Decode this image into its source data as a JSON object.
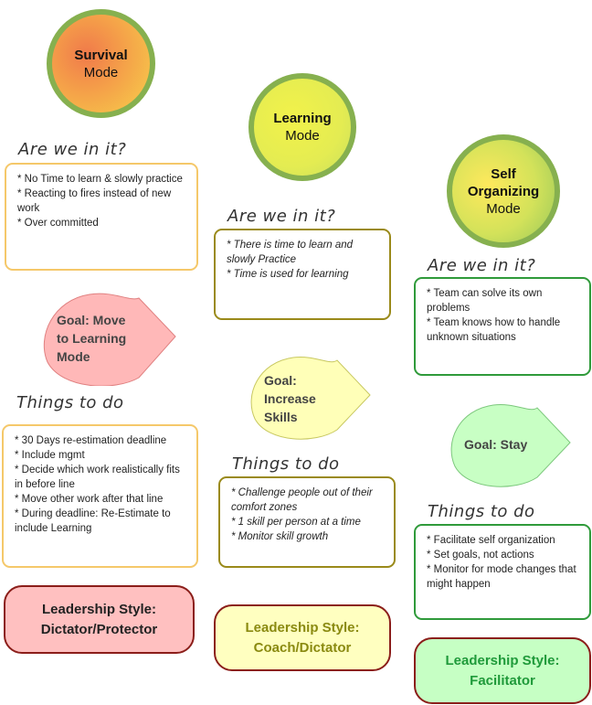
{
  "modes": {
    "survival": {
      "title": "Survival",
      "sub": "Mode"
    },
    "learning": {
      "title": "Learning",
      "sub": "Mode"
    },
    "self_organizing": {
      "title_line1": "Self",
      "title_line2": "Organizing",
      "sub": "Mode"
    }
  },
  "headings": {
    "are_we_in_it": "Are we in it?",
    "things_to_do": "Things to do"
  },
  "survival": {
    "in_it": [
      "* No Time to learn & slowly practice",
      "* Reacting to fires instead of new work",
      "* Over committed"
    ],
    "goal": [
      "Goal: Move",
      "to Learning",
      "Mode"
    ],
    "todo": [
      "* 30 Days re-estimation deadline",
      "* Include mgmt",
      "* Decide which work realistically fits in before line",
      "* Move other work after that line",
      "* During deadline: Re-Estimate to include Learning"
    ],
    "leadership": [
      "Leadership Style:",
      "Dictator/Protector"
    ]
  },
  "learning": {
    "in_it": [
      "* There is time to learn and slowly Practice",
      "* Time is used for learning"
    ],
    "goal": [
      "Goal:",
      "Increase",
      "Skills"
    ],
    "todo": [
      "* Challenge people out of their comfort zones",
      "* 1 skill per person at a time",
      "* Monitor skill growth"
    ],
    "leadership": [
      "Leadership Style:",
      "Coach/Dictator"
    ]
  },
  "self_organizing": {
    "in_it": [
      "* Team can solve its own problems",
      "* Team knows how to handle unknown situations"
    ],
    "goal": [
      "Goal: Stay"
    ],
    "todo": [
      "* Facilitate self organization",
      "* Set goals, not actions",
      "* Monitor for mode changes that might happen"
    ],
    "leadership": [
      "Leadership Style:",
      "Facilitator"
    ]
  },
  "colors": {
    "circle_border": "#86b04f",
    "orange_border": "#f5c86a",
    "olive_border": "#9a8a1a",
    "green_border": "#2f9a3a",
    "goal_red": "#ffb8b8",
    "goal_yellow": "#ffffb8",
    "goal_green": "#c8ffc4"
  }
}
